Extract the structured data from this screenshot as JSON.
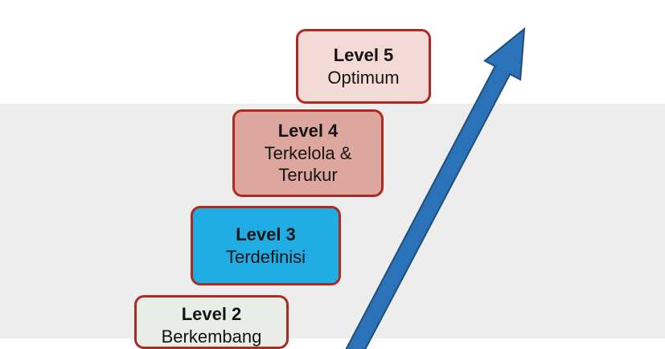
{
  "background": {
    "top_color": "#ffffff",
    "band_color": "#ededee"
  },
  "arrow": {
    "fill": "#2a73b8",
    "stroke": "#1f4e79"
  },
  "levels": [
    {
      "title": "Level 5",
      "subtitle": "Optimum",
      "fill": "#f3dad7",
      "border": "#ab2a22"
    },
    {
      "title": "Level 4",
      "subtitle": "Terkelola & Terukur",
      "fill": "#dda69e",
      "border": "#ab2a22"
    },
    {
      "title": "Level 3",
      "subtitle": "Terdefinisi",
      "fill": "#1fade4",
      "border": "#ab2a22"
    },
    {
      "title": "Level 2",
      "subtitle": "Berkembang",
      "fill": "#e9ede8",
      "border": "#ab2a22"
    }
  ]
}
